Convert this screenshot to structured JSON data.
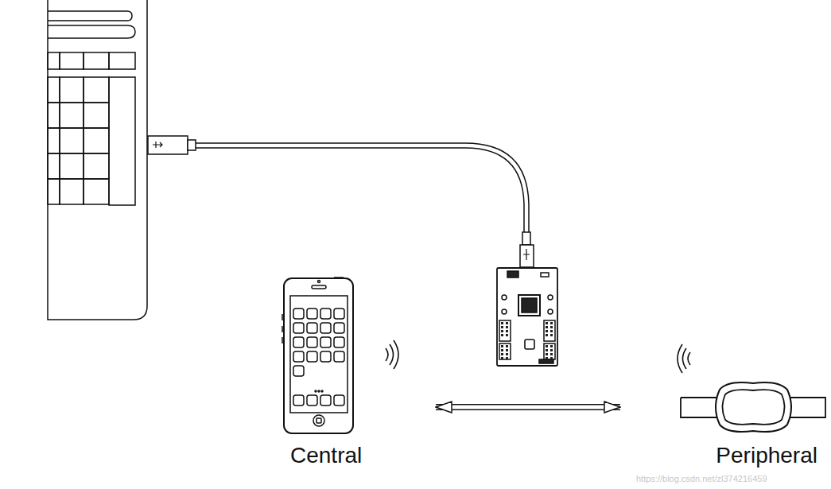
{
  "diagram": {
    "nodes": [
      {
        "text": [
          "Central"
        ]
      },
      {
        "text": [
          "Peripheral"
        ]
      }
    ],
    "edges": [
      {
        "from": 0,
        "to": 1,
        "arrow": "both"
      }
    ],
    "labels": [
      "https://blog.csdn.net/zl374216459"
    ]
  }
}
